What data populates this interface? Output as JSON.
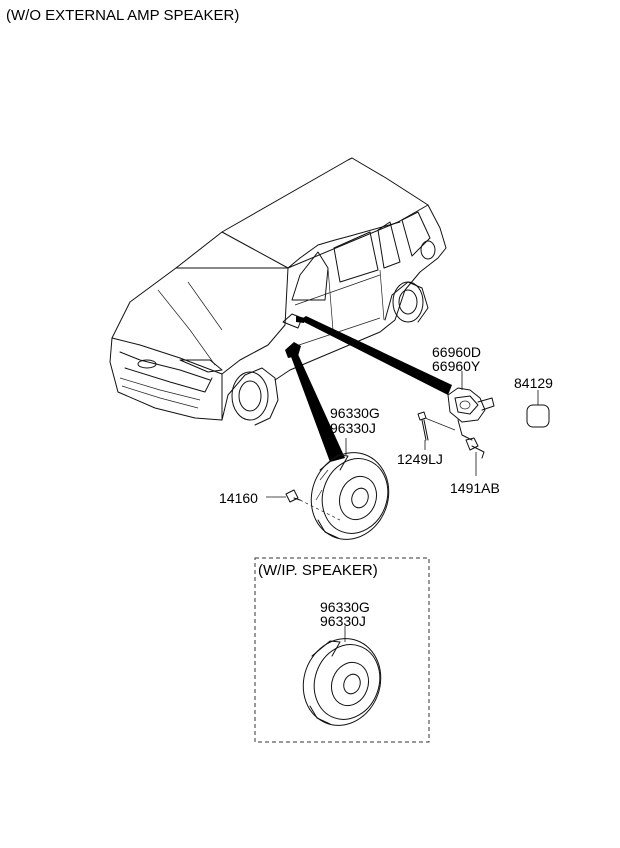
{
  "header": {
    "title": "(W/O EXTERNAL AMP SPEAKER)"
  },
  "parts": {
    "p66960D": "66960D",
    "p66960Y": "66960Y",
    "p84129": "84129",
    "p96330G": "96330G",
    "p96330J": "96330J",
    "p1249LJ": "1249LJ",
    "p1491AB": "1491AB",
    "p14160": "14160"
  },
  "inset": {
    "title": "(W/IP. SPEAKER)",
    "p96330G": "96330G",
    "p96330J": "96330J"
  }
}
